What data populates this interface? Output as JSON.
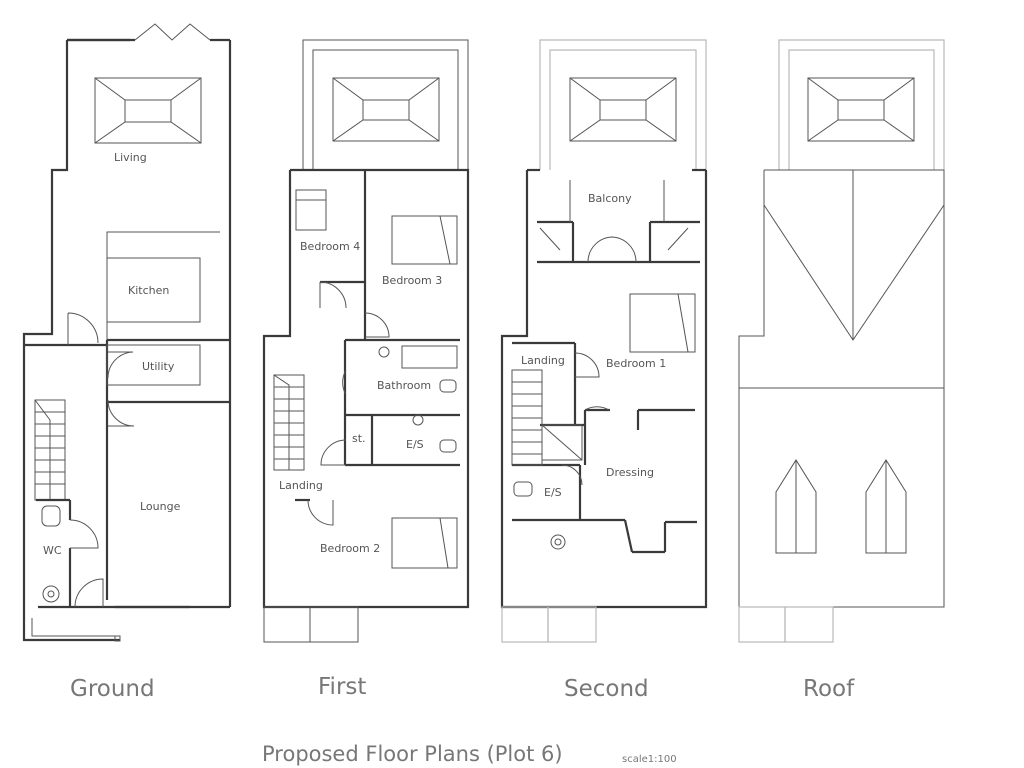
{
  "plans": {
    "ground": {
      "name": "Ground",
      "rooms": {
        "living": "Living",
        "kitchen": "Kitchen",
        "utility": "Utility",
        "lounge": "Lounge",
        "wc": "WC"
      }
    },
    "first": {
      "name": "First",
      "rooms": {
        "bedroom4": "Bedroom 4",
        "bedroom3": "Bedroom 3",
        "bathroom": "Bathroom",
        "store": "st.",
        "ensuite": "E/S",
        "landing": "Landing",
        "bedroom2": "Bedroom 2"
      }
    },
    "second": {
      "name": "Second",
      "rooms": {
        "balcony": "Balcony",
        "landing": "Landing",
        "bedroom1": "Bedroom 1",
        "dressing": "Dressing",
        "ensuite": "E/S"
      }
    },
    "roof": {
      "name": "Roof"
    }
  },
  "footer": {
    "title": "Proposed Floor Plans (Plot 6)",
    "scale": "scale1:100"
  }
}
